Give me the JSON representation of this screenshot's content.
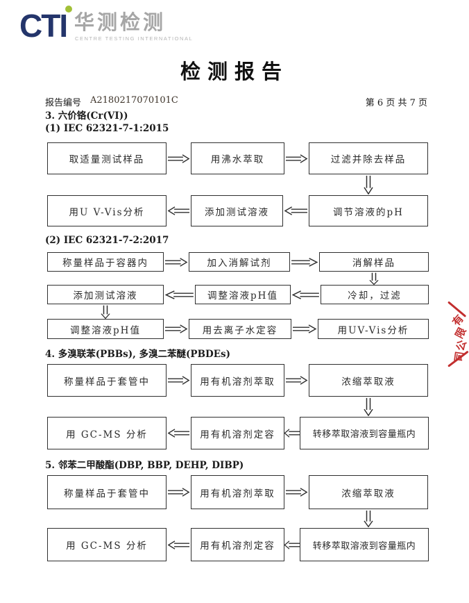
{
  "logo": {
    "acronym": "CTI",
    "name_cn": "华测检测",
    "name_en": "CENTRE TESTING INTERNATIONAL",
    "colors": {
      "navy": "#24356B",
      "green": "#A2C037",
      "gray": "#A6A6A6"
    }
  },
  "title": "检测报告",
  "report": {
    "label": "报告编号",
    "number": "A2180217070101C",
    "page_info": "第 6 页  共 7 页"
  },
  "sections": [
    {
      "heading": "3. 六价铬(Cr(VI))",
      "subsections": [
        {
          "heading": "(1) IEC 62321-7-1:2015",
          "rows": [
            {
              "direction": "right",
              "boxes": [
                "取适量测试样品",
                "用沸水萃取",
                "过滤并除去样品"
              ]
            },
            {
              "direction": "left",
              "boxes": [
                "用U V-Vis分析",
                "添加测试溶液",
                "调节溶液的pH"
              ]
            }
          ]
        },
        {
          "heading": "(2) IEC 62321-7-2:2017",
          "rows": [
            {
              "direction": "right",
              "boxes": [
                "称量样品于容器内",
                "加入消解试剂",
                "消解样品"
              ]
            },
            {
              "direction": "left",
              "boxes": [
                "添加测试溶液",
                "调整溶液pH值",
                "冷却，过滤"
              ]
            },
            {
              "direction": "right",
              "boxes": [
                "调整溶液pH值",
                "用去离子水定容",
                "用UV-Vis分析"
              ]
            }
          ]
        }
      ]
    },
    {
      "heading": "4. 多溴联苯(PBBs), 多溴二苯醚(PBDEs)",
      "rows": [
        {
          "direction": "right",
          "boxes": [
            "称量样品于套管中",
            "用有机溶剂萃取",
            "浓缩萃取液"
          ]
        },
        {
          "direction": "left",
          "boxes": [
            "用 GC-MS 分析",
            "用有机溶剂定容",
            "转移萃取溶液到容量瓶内"
          ]
        }
      ]
    },
    {
      "heading": "5. 邻苯二甲酸酯(DBP, BBP, DEHP, DIBP)",
      "rows": [
        {
          "direction": "right",
          "boxes": [
            "称量样品于套管中",
            "用有机溶剂萃取",
            "浓缩萃取液"
          ]
        },
        {
          "direction": "left",
          "boxes": [
            "用 GC-MS 分析",
            "用有机溶剂定容",
            "转移萃取溶液到容量瓶内"
          ]
        }
      ]
    }
  ],
  "seal": {
    "chars": [
      "有",
      "限",
      "公",
      "司"
    ],
    "color": "#C22E2E"
  }
}
